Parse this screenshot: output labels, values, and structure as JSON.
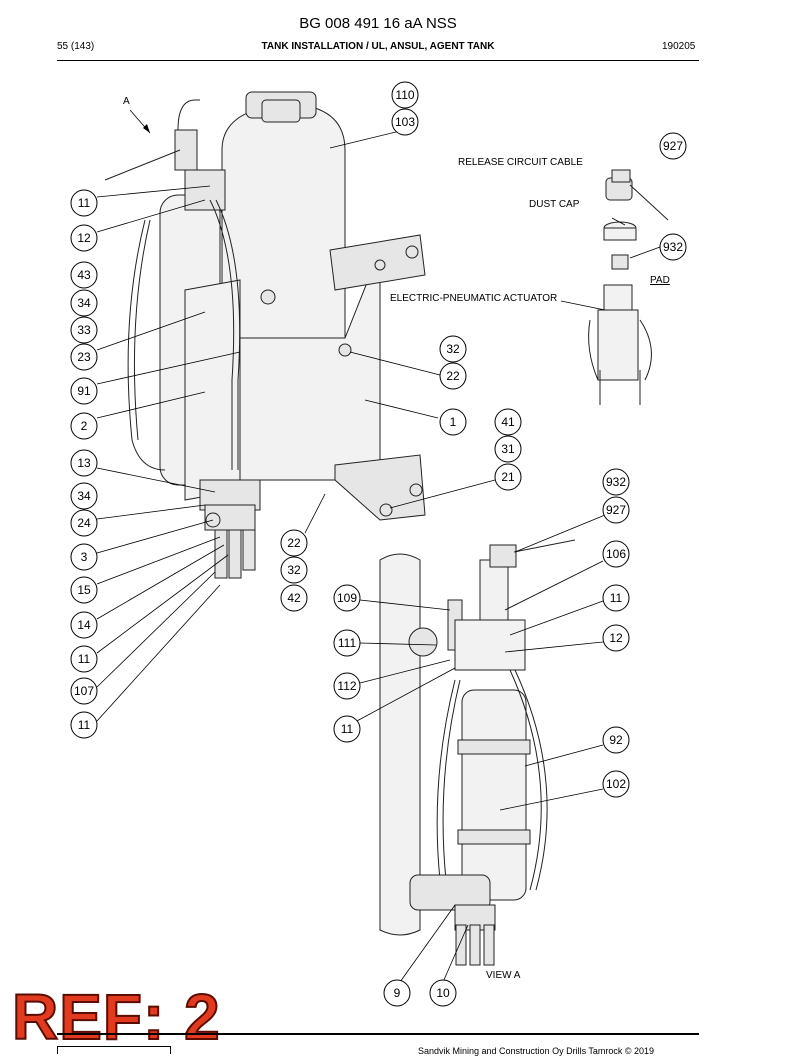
{
  "header": {
    "doc_number": "BG 008 491 16 aA NSS",
    "page": "55 (143)",
    "section_title": "TANK INSTALLATION / UL, ANSUL, AGENT TANK",
    "date_code": "190205"
  },
  "labels": {
    "view_a_arrow": "A",
    "release_circuit_cable": "RELEASE CIRCUIT CABLE",
    "dust_cap": "DUST CAP",
    "pad": "PAD",
    "electric_pneumatic_actuator": "ELECTRIC-PNEUMATIC ACTUATOR",
    "view_a": "VIEW A"
  },
  "callouts": [
    {
      "id": "c-110",
      "text": "110"
    },
    {
      "id": "c-103",
      "text": "103"
    },
    {
      "id": "c-927a",
      "text": "927"
    },
    {
      "id": "c-932a",
      "text": "932"
    },
    {
      "id": "c-11a",
      "text": "11"
    },
    {
      "id": "c-12a",
      "text": "12"
    },
    {
      "id": "c-43",
      "text": "43"
    },
    {
      "id": "c-34a",
      "text": "34"
    },
    {
      "id": "c-33",
      "text": "33"
    },
    {
      "id": "c-23",
      "text": "23"
    },
    {
      "id": "c-91",
      "text": "91"
    },
    {
      "id": "c-2",
      "text": "2"
    },
    {
      "id": "c-32a",
      "text": "32"
    },
    {
      "id": "c-22a",
      "text": "22"
    },
    {
      "id": "c-1",
      "text": "1"
    },
    {
      "id": "c-41",
      "text": "41"
    },
    {
      "id": "c-31",
      "text": "31"
    },
    {
      "id": "c-21",
      "text": "21"
    },
    {
      "id": "c-13",
      "text": "13"
    },
    {
      "id": "c-34b",
      "text": "34"
    },
    {
      "id": "c-24",
      "text": "24"
    },
    {
      "id": "c-3",
      "text": "3"
    },
    {
      "id": "c-15",
      "text": "15"
    },
    {
      "id": "c-14",
      "text": "14"
    },
    {
      "id": "c-11b",
      "text": "11"
    },
    {
      "id": "c-107",
      "text": "107"
    },
    {
      "id": "c-11c",
      "text": "11"
    },
    {
      "id": "c-932b",
      "text": "932"
    },
    {
      "id": "c-927b",
      "text": "927"
    },
    {
      "id": "c-106",
      "text": "106"
    },
    {
      "id": "c-22b",
      "text": "22"
    },
    {
      "id": "c-32b",
      "text": "32"
    },
    {
      "id": "c-42",
      "text": "42"
    },
    {
      "id": "c-109",
      "text": "109"
    },
    {
      "id": "c-11d",
      "text": "11"
    },
    {
      "id": "c-111",
      "text": "111"
    },
    {
      "id": "c-12b",
      "text": "12"
    },
    {
      "id": "c-112",
      "text": "112"
    },
    {
      "id": "c-11e",
      "text": "11"
    },
    {
      "id": "c-92",
      "text": "92"
    },
    {
      "id": "c-102",
      "text": "102"
    },
    {
      "id": "c-9",
      "text": "9"
    },
    {
      "id": "c-10",
      "text": "10"
    }
  ],
  "stamp": {
    "text": "REF: 2",
    "color": "#e23a1e"
  },
  "footer": {
    "text": "Sandvik Mining and Construction Oy Drills Tamrock © 2019"
  }
}
